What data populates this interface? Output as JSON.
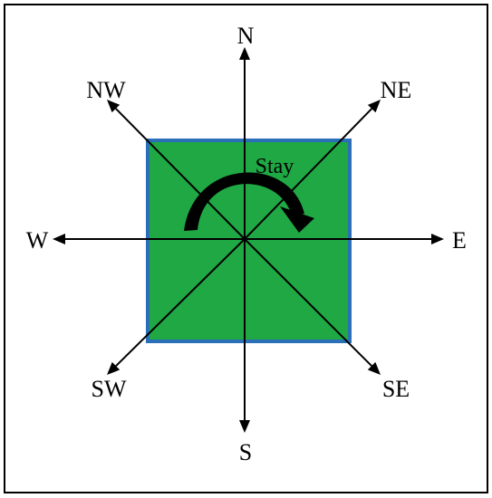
{
  "diagram": {
    "labels": {
      "n": "N",
      "ne": "NE",
      "e": "E",
      "se": "SE",
      "s": "S",
      "sw": "SW",
      "w": "W",
      "nw": "NW",
      "stay": "Stay"
    },
    "colors": {
      "cell_fill": "#1fa844",
      "cell_border": "#2a6fb8",
      "frame": "#000000",
      "arrow": "#000000",
      "background": "#ffffff"
    }
  }
}
